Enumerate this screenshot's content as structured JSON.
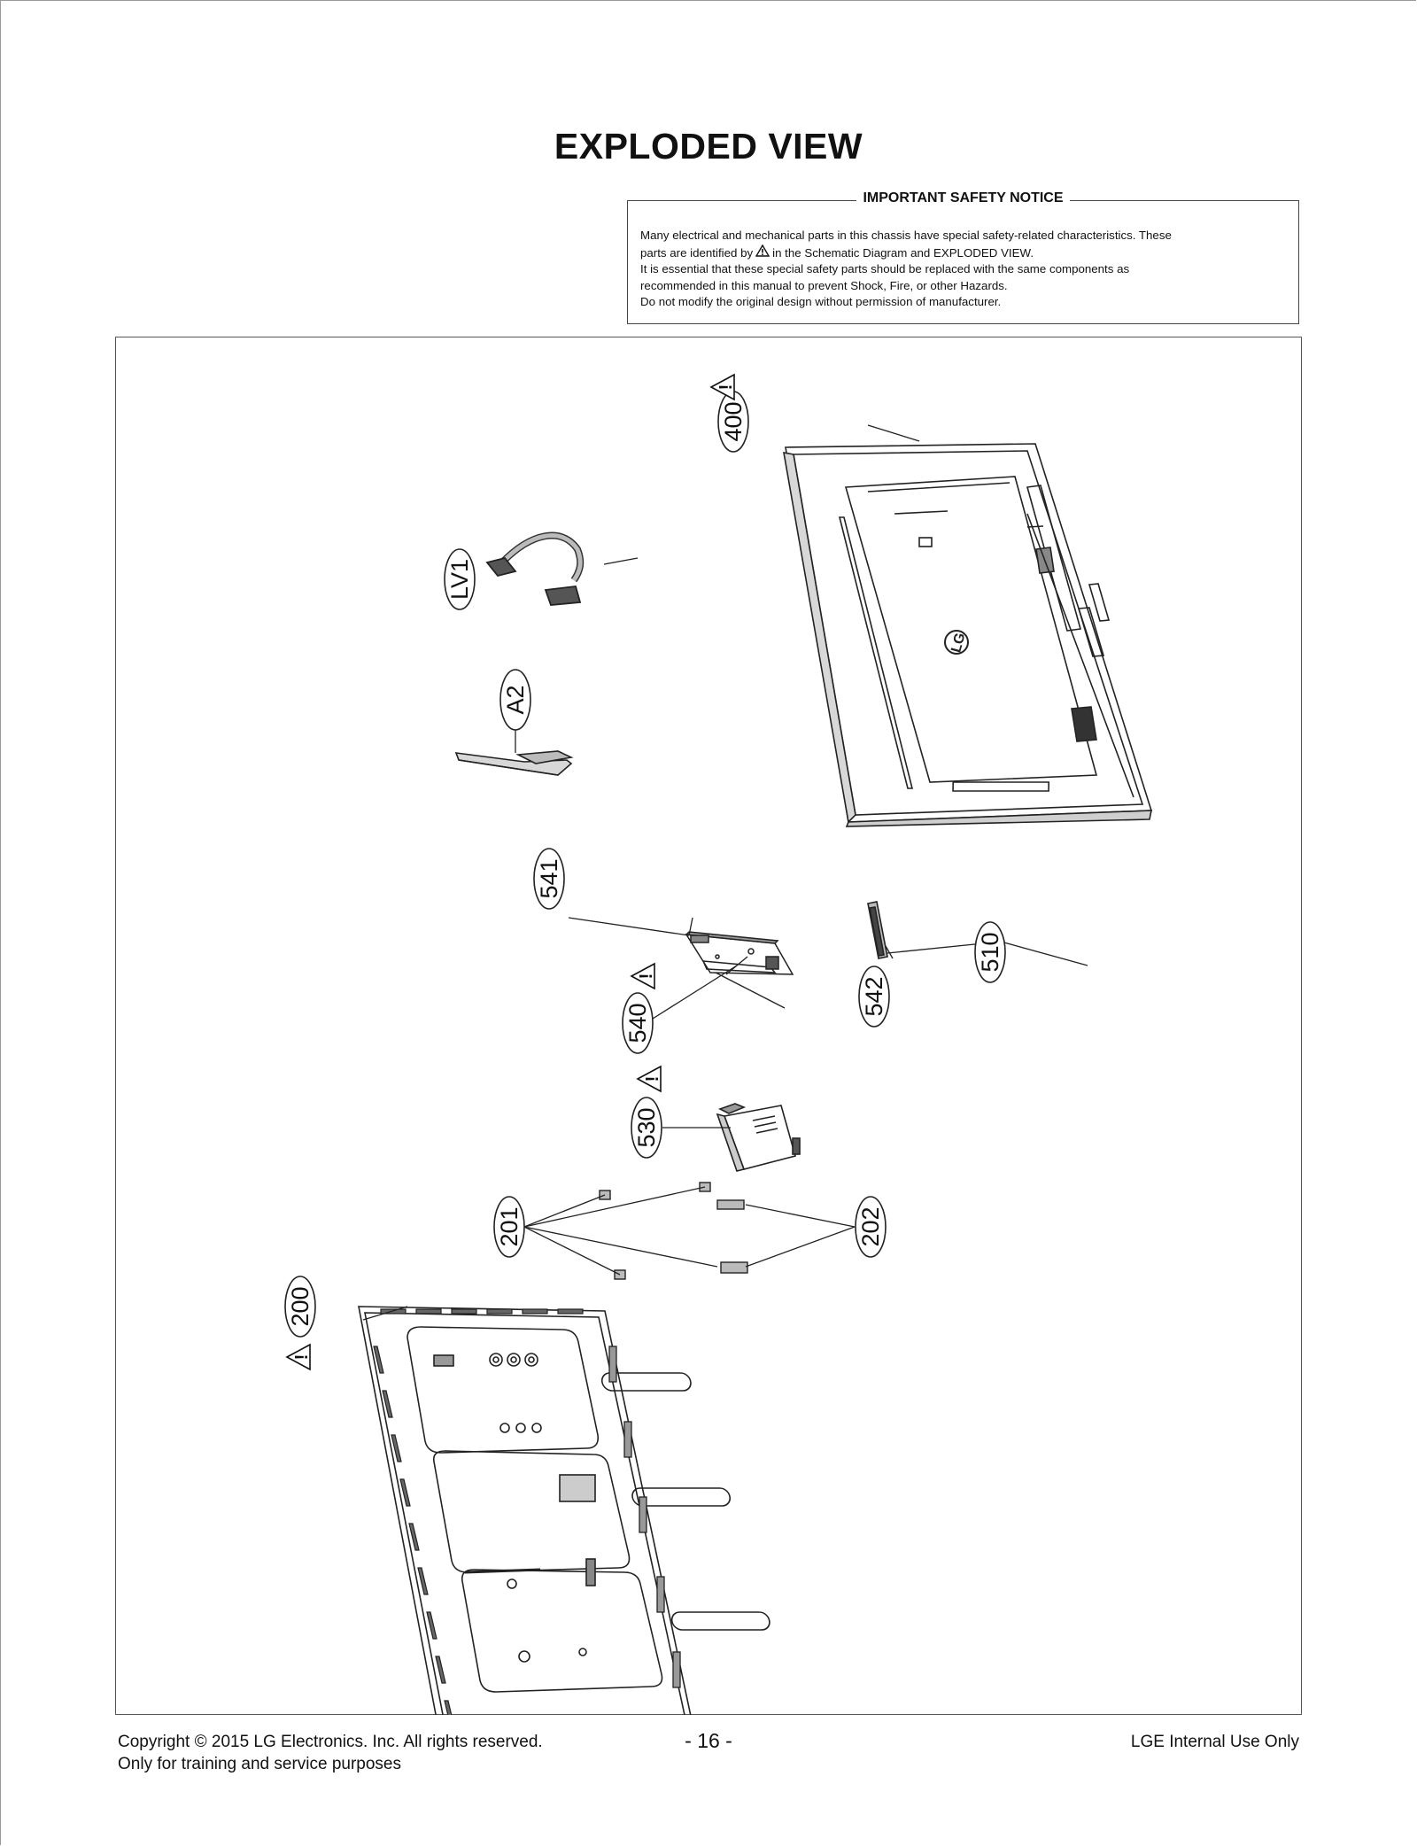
{
  "page": {
    "title": "EXPLODED VIEW"
  },
  "safety_notice": {
    "title": "IMPORTANT SAFETY NOTICE",
    "line1": "Many electrical and mechanical parts in this chassis have special safety-related characteristics. These",
    "line2_before_icon": "parts are identified by",
    "line2_icon": "warning-triangle-icon",
    "line2_after_icon": "in the Schematic Diagram and EXPLODED VIEW.",
    "line3": "It is essential that these special safety parts should be replaced with the same components as",
    "line4": "recommended in this manual to prevent Shock, Fire, or other Hazards.",
    "line5": "Do not modify the original design without permission of manufacturer."
  },
  "diagram": {
    "callouts": {
      "c400": "400",
      "cLV1": "LV1",
      "cA2": "A2",
      "c541": "541",
      "c540": "540",
      "c542": "542",
      "c510": "510",
      "c530": "530",
      "c201": "201",
      "c202": "202",
      "c200": "200"
    },
    "logo_text": "LG",
    "warning_mark": "!"
  },
  "footer": {
    "copyright": "Copyright  © 2015  LG Electronics. Inc. All rights reserved.",
    "purpose": "Only for training and service purposes",
    "page_number": "- 16 -",
    "classification": "LGE Internal Use Only"
  }
}
